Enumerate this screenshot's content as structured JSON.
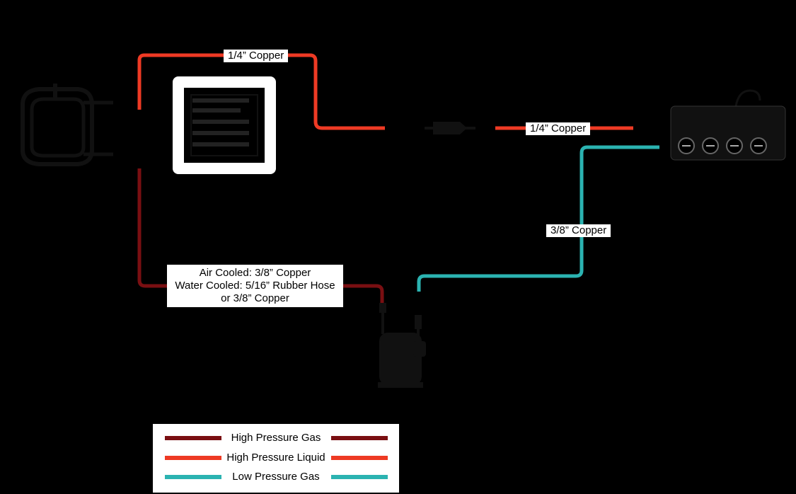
{
  "labels": {
    "liquid_top": "1/4” Copper",
    "liquid_right": "1/4” Copper",
    "suction": "3/8” Copper",
    "discharge_line1": "Air Cooled: 3/8” Copper",
    "discharge_line2": "Water Cooled: 5/16” Rubber Hose",
    "discharge_line3": "or 3/8” Copper"
  },
  "legend": {
    "high_gas": "High Pressure Gas",
    "high_liquid": "High Pressure Liquid",
    "low_gas": "Low Pressure Gas"
  },
  "colors": {
    "background": "#000000",
    "high_pressure_gas": "#7a0f12",
    "high_pressure_liquid": "#ee3a24",
    "low_pressure_gas": "#2bb3b1"
  }
}
